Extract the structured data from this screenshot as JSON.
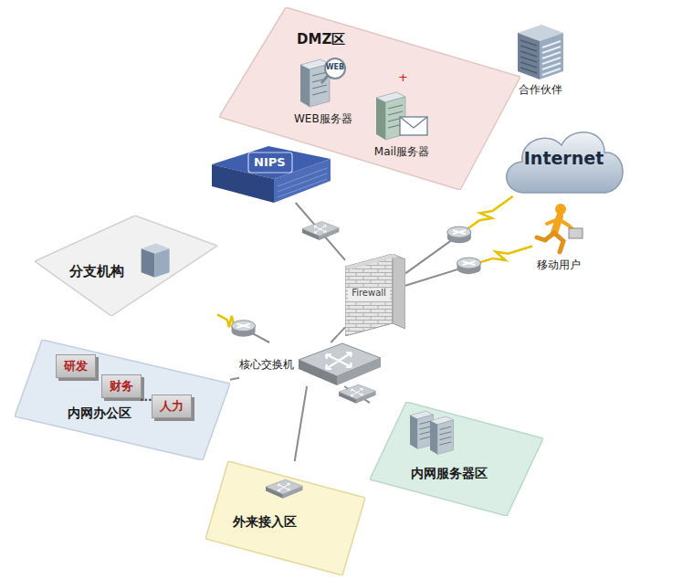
{
  "diagram": {
    "nodes": [
      {
        "text": [
          "DMZ区"
        ]
      },
      {
        "text": [
          "WEB服务器"
        ],
        "in": 0
      },
      {
        "text": [
          "Mail服务器"
        ],
        "in": 0
      },
      {
        "text": [
          "合作伙伴"
        ]
      },
      {
        "text": [
          "Internet"
        ]
      },
      {
        "text": [
          "NIPS"
        ]
      },
      {
        "text": [
          "Firewall"
        ]
      },
      {
        "text": [
          "移动用户"
        ]
      },
      {
        "text": [
          "分支机构"
        ]
      },
      {
        "text": [
          "核心交换机"
        ]
      },
      {
        "text": [
          "内网办公区"
        ]
      },
      {
        "text": [
          "研发"
        ],
        "in": 10
      },
      {
        "text": [
          "财务"
        ],
        "in": 10
      },
      {
        "text": [
          "人力"
        ],
        "in": 10
      },
      {
        "text": [
          "内网服务器区"
        ]
      },
      {
        "text": [
          "外来接入区"
        ]
      }
    ],
    "edges": [
      {
        "from": 5,
        "to": 6,
        "arrow": "none"
      },
      {
        "from": 6,
        "to": 4,
        "arrow": "none"
      },
      {
        "from": 6,
        "to": 7,
        "arrow": "none"
      },
      {
        "from": 9,
        "to": 6,
        "arrow": "none"
      },
      {
        "from": 8,
        "to": 9,
        "arrow": "none"
      },
      {
        "from": 9,
        "to": 10,
        "arrow": "none"
      },
      {
        "from": 9,
        "to": 14,
        "arrow": "none"
      },
      {
        "from": 9,
        "to": 15,
        "arrow": "none"
      }
    ],
    "labels": [
      "WEB",
      "+",
      "..."
    ]
  }
}
